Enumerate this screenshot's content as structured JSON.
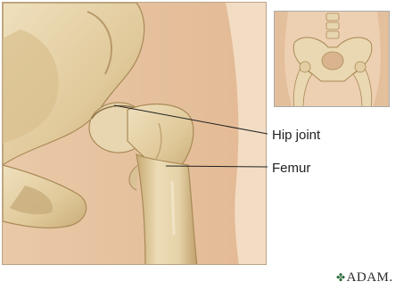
{
  "labels": {
    "hip_joint": "Hip joint",
    "femur": "Femur"
  },
  "logo": {
    "text": "ADAM.",
    "mark_icon": "clover-icon"
  },
  "colors": {
    "bone": "#e6d3aa",
    "bone_shadow": "#b59862",
    "skin": "#e8c3a1",
    "skin_dark": "#d2a27b"
  }
}
